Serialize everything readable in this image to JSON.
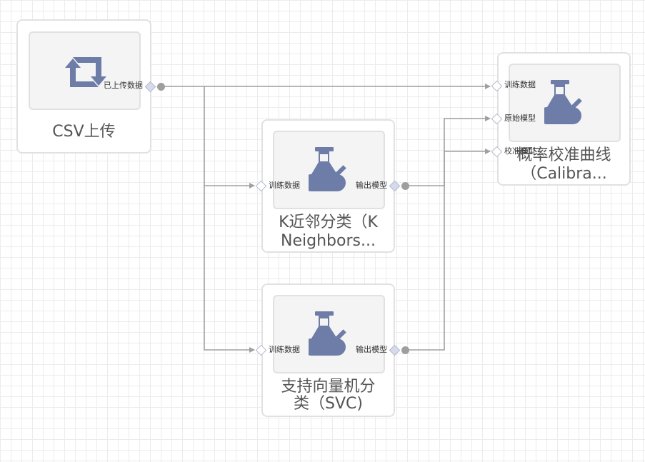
{
  "nodes": {
    "csv": {
      "title": "CSV上传",
      "icon": "refresh-arrows-icon",
      "out_port": "已上传数据"
    },
    "knn": {
      "title_line1": "K近邻分类（K",
      "title_line2": "Neighbors...",
      "icon": "flask-icon",
      "in_port": "训练数据",
      "out_port": "输出模型"
    },
    "svc": {
      "title_line1": "支持向量机分",
      "title_line2": "类（SVC)",
      "icon": "flask-icon",
      "in_port": "训练数据",
      "out_port": "输出模型"
    },
    "calib": {
      "title_line1": "概率校准曲线",
      "title_line2": "（Calibra...",
      "icon": "flask-icon",
      "in_ports": [
        "训练数据",
        "原始模型",
        "校准模型"
      ]
    }
  },
  "colors": {
    "icon": "#6e7da8",
    "wire": "#a0a0a0",
    "port_border": "#b3b9d0"
  }
}
